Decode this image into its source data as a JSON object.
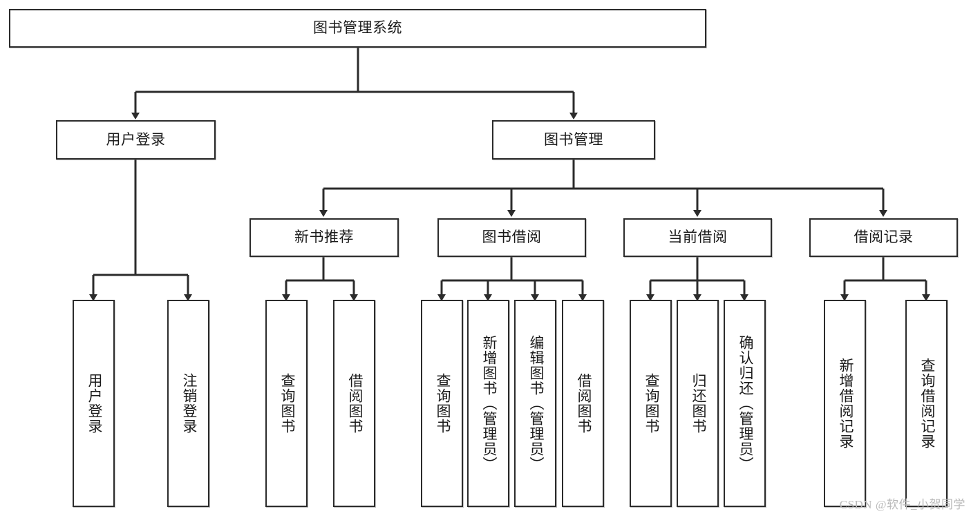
{
  "diagram": {
    "title_node": {
      "label": "图书管理系统"
    },
    "colors": {
      "box_border": "#2b2b2b",
      "box_fill": "#ffffff",
      "connector": "#2b2b2b",
      "text": "#1b1b1b",
      "watermark": "#b9b9b9",
      "page_background": "#ffffff"
    },
    "level1": [
      {
        "id": "user-login",
        "label": "用户登录"
      },
      {
        "id": "book-management",
        "label": "图书管理"
      }
    ],
    "level2": [
      {
        "id": "new-book-recommend",
        "label": "新书推荐",
        "parent": "book-management"
      },
      {
        "id": "book-borrow",
        "label": "图书借阅",
        "parent": "book-management"
      },
      {
        "id": "current-borrow",
        "label": "当前借阅",
        "parent": "book-management"
      },
      {
        "id": "borrow-record",
        "label": "借阅记录",
        "parent": "book-management"
      }
    ],
    "leaves": [
      {
        "id": "leaf-user-login",
        "label": "用户登录",
        "parent": "user-login"
      },
      {
        "id": "leaf-user-logout",
        "label": "注销登录",
        "parent": "user-login"
      },
      {
        "id": "leaf-query-book-1",
        "label": "查询图书",
        "parent": "new-book-recommend"
      },
      {
        "id": "leaf-borrow-book-1",
        "label": "借阅图书",
        "parent": "new-book-recommend"
      },
      {
        "id": "leaf-query-book-2",
        "label": "查询图书",
        "parent": "book-borrow"
      },
      {
        "id": "leaf-add-book",
        "label": "新增图书（管理员）",
        "parent": "book-borrow"
      },
      {
        "id": "leaf-edit-book",
        "label": "编辑图书（管理员）",
        "parent": "book-borrow"
      },
      {
        "id": "leaf-borrow-book-2",
        "label": "借阅图书",
        "parent": "book-borrow"
      },
      {
        "id": "leaf-query-book-3",
        "label": "查询图书",
        "parent": "current-borrow"
      },
      {
        "id": "leaf-return-book",
        "label": "归还图书",
        "parent": "current-borrow"
      },
      {
        "id": "leaf-confirm-return",
        "label": "确认归还（管理员）",
        "parent": "current-borrow"
      },
      {
        "id": "leaf-add-record",
        "label": "新增借阅记录",
        "parent": "borrow-record"
      },
      {
        "id": "leaf-query-record",
        "label": "查询借阅记录",
        "parent": "borrow-record"
      }
    ],
    "watermark": "CSDN @软件_小贺同学"
  }
}
